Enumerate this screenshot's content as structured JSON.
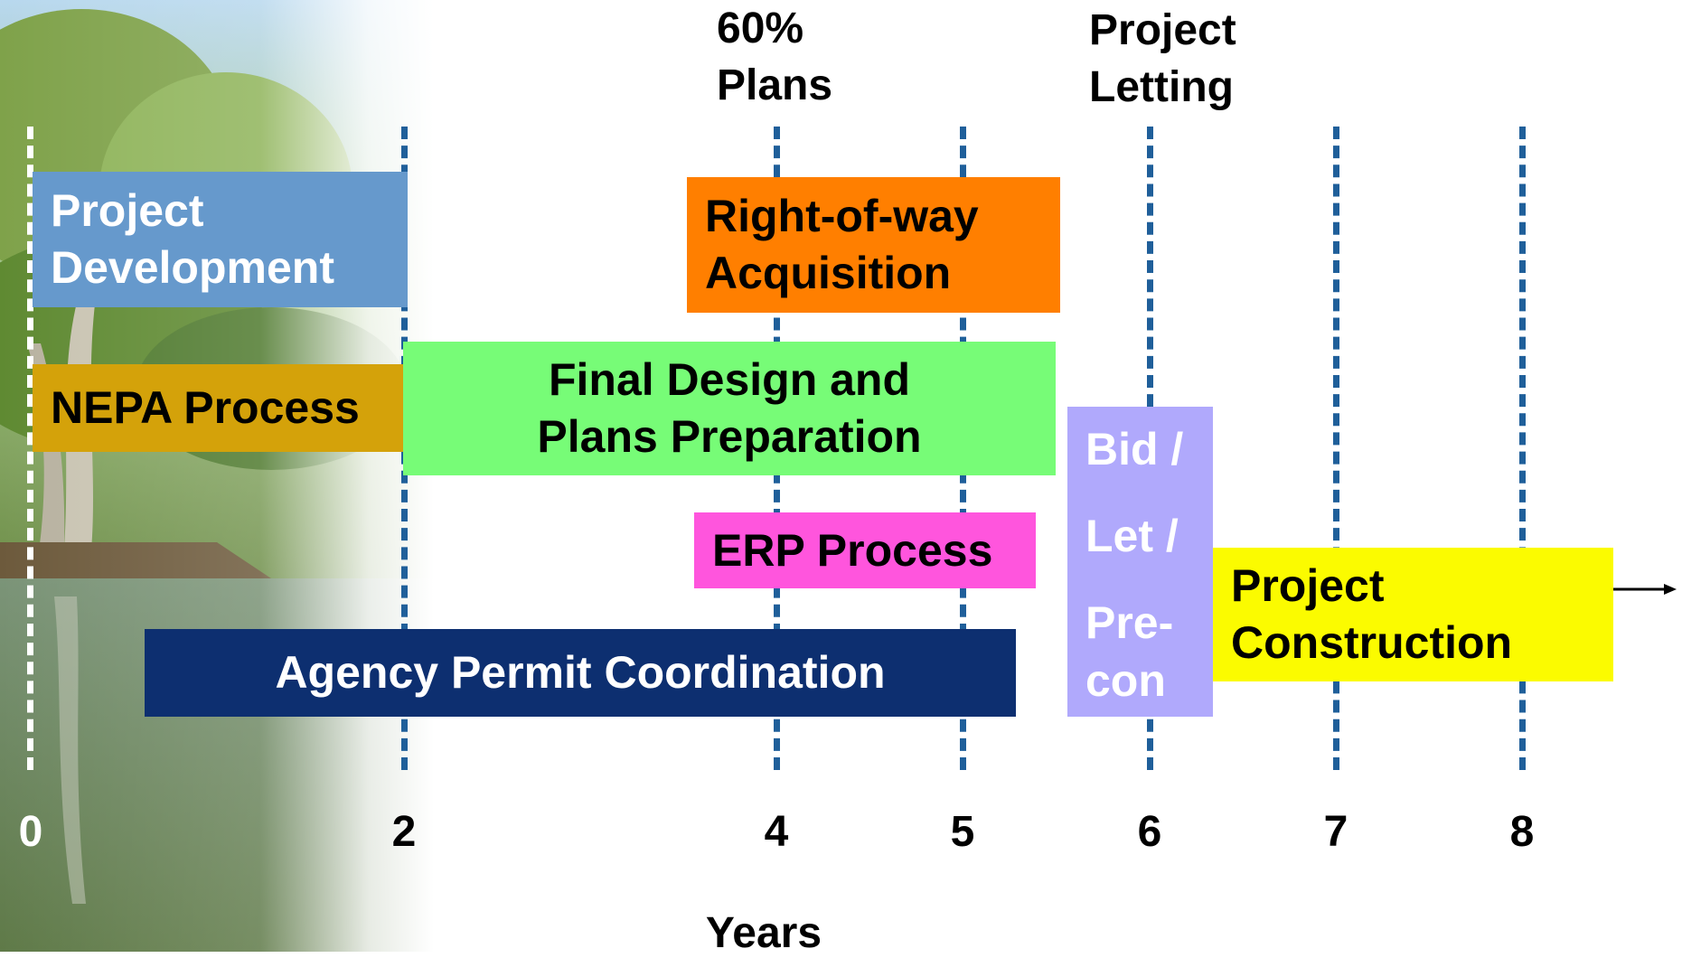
{
  "colors": {
    "gridline": "#1f5f9a",
    "project_development": "#6699cc",
    "nepa": "#d4a20a",
    "final_design": "#77fc77",
    "right_of_way": "#ff7f00",
    "erp": "#ff55dd",
    "agency": "#0d2f70",
    "bid": "#b0a9fc",
    "construction": "#fbfb00"
  },
  "axis": {
    "ticks": [
      "0",
      "2",
      "4",
      "5",
      "6",
      "7",
      "8"
    ],
    "title": "Years"
  },
  "milestones": {
    "plans60": "60%\nPlans",
    "letting": "Project\nLetting"
  },
  "bars": {
    "project_development": [
      "Project",
      "Development"
    ],
    "nepa": [
      "NEPA Process"
    ],
    "right_of_way": [
      "Right-of-way",
      "Acquisition"
    ],
    "final_design": [
      "Final Design and",
      "Plans Preparation"
    ],
    "erp": [
      "ERP Process"
    ],
    "agency": [
      "Agency Permit Coordination"
    ],
    "bid": [
      "Bid /",
      "Let /",
      "Pre-",
      "con"
    ],
    "construction": [
      "Project",
      "Construction"
    ]
  }
}
